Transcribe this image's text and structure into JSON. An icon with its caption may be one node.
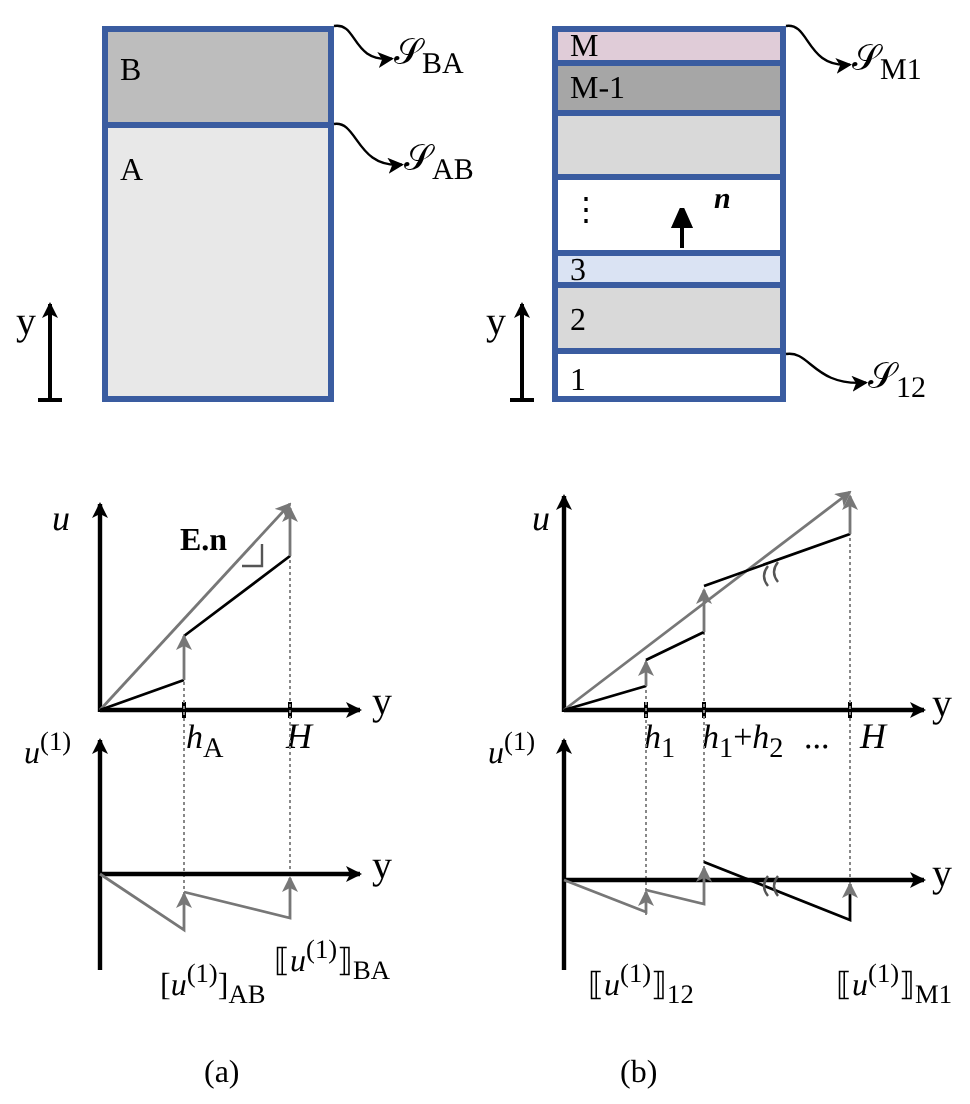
{
  "diagram": {
    "nodes": [
      {
        "text": [
          "B"
        ]
      },
      {
        "text": [
          "A"
        ]
      },
      {
        "text": [
          "M"
        ]
      },
      {
        "text": [
          "M-1"
        ]
      },
      {
        "text": [],
        "shape": "box"
      },
      {
        "text": [
          "⋮"
        ]
      },
      {
        "text": [
          "3"
        ]
      },
      {
        "text": [
          "2"
        ]
      },
      {
        "text": [
          "1"
        ]
      },
      {
        "text": [
          "𝒮$_{BA}$"
        ]
      },
      {
        "text": [
          "𝒮$_{AB}$"
        ]
      },
      {
        "text": [
          "𝒮$_{M1}$"
        ]
      },
      {
        "text": [
          "𝒮$_{12}$"
        ]
      },
      {
        "text": [],
        "shape": "arrow",
        "beside": [
          "n"
        ],
        "in": 5
      }
    ],
    "edges": [
      {
        "from": 0,
        "to": 9,
        "arrow": "to"
      },
      {
        "from": 1,
        "to": 10,
        "arrow": "to"
      },
      {
        "from": 2,
        "to": 11,
        "arrow": "to"
      },
      {
        "from": 8,
        "to": 12,
        "arrow": "to"
      }
    ],
    "labels": [
      "y",
      "y",
      "u",
      "E.n",
      "y",
      "*h*$_{A}$",
      "H",
      "*u*$^{(1)}$",
      "y",
      "⟦*u*$^{(1)}$⟧$_{BA}$",
      "[*u*$^{(1)}$]$_{AB}$",
      "(a)",
      "u",
      "y",
      "*h*$_{1}$",
      "*h*$_{1}$+*h*$_{2}$",
      "...",
      "H",
      "*u*$^{(1)}$",
      "y",
      "⟦*u*$^{(1)}$⟧$_{12}$",
      "⟦*u*$^{(1)}$⟧$_{M1}$",
      "(b)"
    ]
  }
}
